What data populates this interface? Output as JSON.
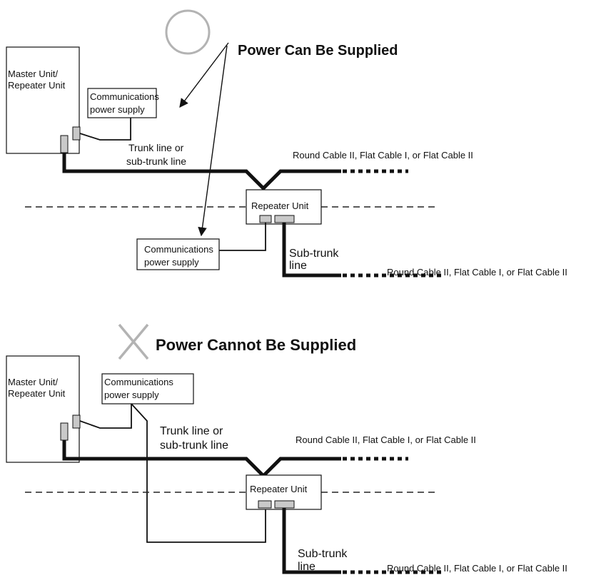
{
  "colors": {
    "line": "#111111",
    "connector": "#c9c9c9",
    "symbol": "#b3b3b3"
  },
  "top": {
    "symbol": "circle-ok-icon",
    "heading": "Power Can Be Supplied",
    "master_label_1": "Master Unit/",
    "master_label_2": "Repeater Unit",
    "psu_label_1": "Communications",
    "psu_label_2": "power supply",
    "trunk_label_1": "Trunk line or",
    "trunk_label_2": "sub-trunk line",
    "trunk_cable": "Round Cable II, Flat Cable I, or Flat Cable II",
    "repeater_label": "Repeater Unit",
    "psu2_label_1": "Communications",
    "psu2_label_2": "power supply",
    "subtrunk_label_1": "Sub-trunk",
    "subtrunk_label_2": "line",
    "subtrunk_cable": "Round Cable II, Flat Cable I, or Flat Cable II"
  },
  "bottom": {
    "symbol": "cross-ng-icon",
    "heading": "Power Cannot Be Supplied",
    "master_label_1": "Master Unit/",
    "master_label_2": "Repeater Unit",
    "psu_label_1": "Communications",
    "psu_label_2": "power supply",
    "trunk_label_1": "Trunk line or",
    "trunk_label_2": "sub-trunk line",
    "trunk_cable": "Round Cable II, Flat Cable I, or Flat Cable II",
    "repeater_label": "Repeater Unit",
    "subtrunk_label_1": "Sub-trunk",
    "subtrunk_label_2": "line",
    "subtrunk_cable": "Round Cable II, Flat Cable I, or Flat Cable II"
  }
}
